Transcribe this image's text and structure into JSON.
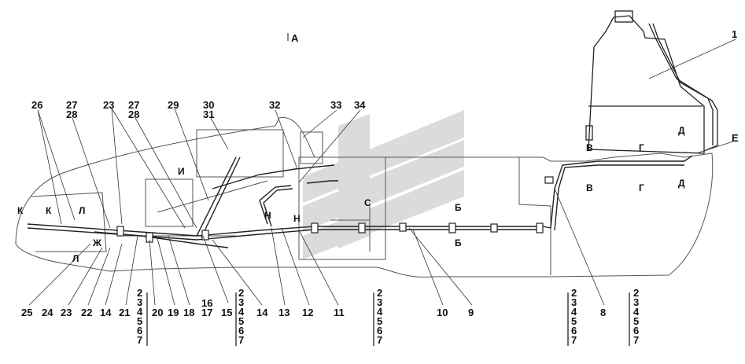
{
  "view_marker": "А",
  "callouts": {
    "n1": "1",
    "n8": "8",
    "n9": "9",
    "n10": "10",
    "n11": "11",
    "n12": "12",
    "n13": "13",
    "n14a": "14",
    "n14b": "14",
    "n15": "15",
    "n16": "16",
    "n17": "17",
    "n18": "18",
    "n19": "19",
    "n20": "20",
    "n21": "21",
    "n22": "22",
    "n23a": "23",
    "n23b": "23",
    "n24": "24",
    "n25": "25",
    "n26": "26",
    "n27a": "27",
    "n28a": "28",
    "n27b": "27",
    "n28b": "28",
    "n29": "29",
    "n30": "30",
    "n31": "31",
    "n32": "32",
    "n33": "33",
    "n34": "34"
  },
  "section_letters": {
    "B_top": "В",
    "B_bot": "В",
    "G_top": "Г",
    "G_bot": "Г",
    "D_top": "Д",
    "D_bot": "Д",
    "E": "Е",
    "S": "С",
    "Bb_top": "Б",
    "Bb_bot": "Б",
    "N1": "Н",
    "N2": "Н",
    "I": "И",
    "K1": "К",
    "K2": "К",
    "L1": "Л",
    "L2": "Л",
    "Zh": "Ж"
  },
  "stack_numbers": [
    "2",
    "3",
    "4",
    "5",
    "6",
    "7"
  ]
}
